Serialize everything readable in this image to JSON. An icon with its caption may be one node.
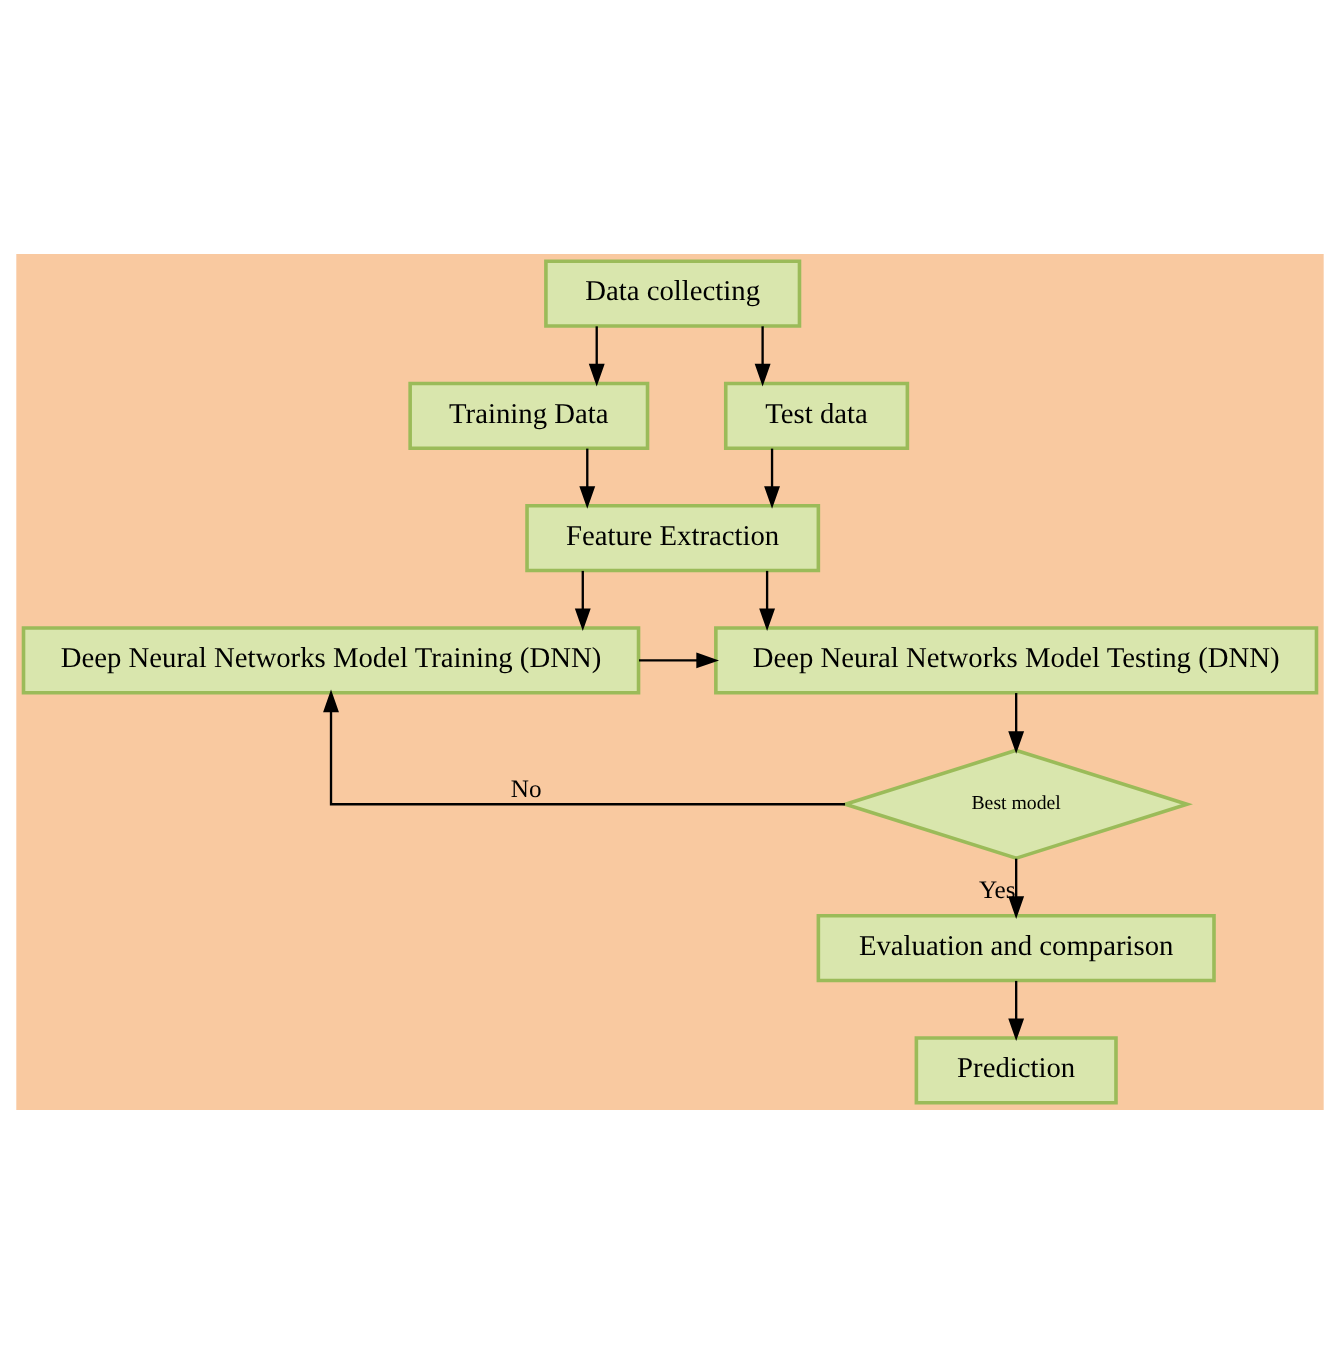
{
  "diagram": {
    "nodes": [
      {
        "text": [
          "Data collecting"
        ]
      },
      {
        "text": [
          "Training Data"
        ]
      },
      {
        "text": [
          "Test data"
        ]
      },
      {
        "text": [
          "Feature Extraction"
        ]
      },
      {
        "text": [
          "Deep Neural Networks Model Training (DNN)"
        ]
      },
      {
        "text": [
          "Deep Neural Networks Model Testing (DNN)"
        ]
      },
      {
        "text": [
          "Best model"
        ]
      },
      {
        "text": [
          "Evaluation and comparison"
        ]
      },
      {
        "text": [
          "Prediction"
        ]
      }
    ],
    "edges": [
      {
        "from": 0,
        "to": 1,
        "arrow": "to"
      },
      {
        "from": 0,
        "to": 2,
        "arrow": "to"
      },
      {
        "from": 1,
        "to": 3,
        "arrow": "to"
      },
      {
        "from": 2,
        "to": 3,
        "arrow": "to"
      },
      {
        "from": 3,
        "to": 4,
        "arrow": "to"
      },
      {
        "from": 3,
        "to": 5,
        "arrow": "to"
      },
      {
        "from": 4,
        "to": 5,
        "arrow": "to"
      },
      {
        "from": 5,
        "to": 6,
        "arrow": "to"
      },
      {
        "from": 6,
        "to": 4,
        "arrow": "to",
        "label": "No"
      },
      {
        "from": 6,
        "to": 7,
        "arrow": "to",
        "label": "Yes"
      },
      {
        "from": 7,
        "to": 8,
        "arrow": "to"
      }
    ]
  }
}
